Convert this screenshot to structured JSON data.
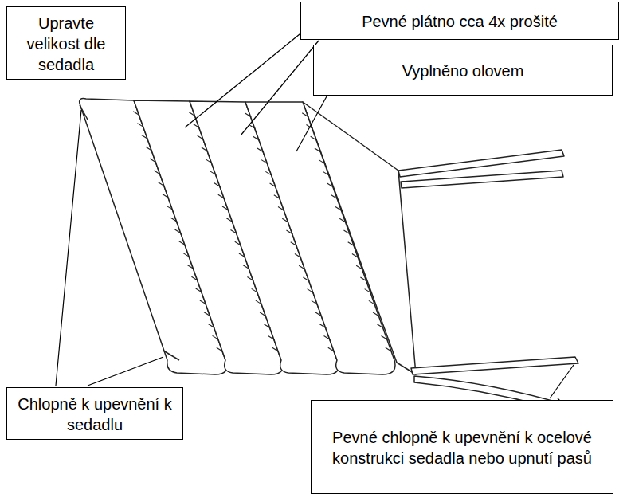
{
  "diagram": {
    "nodes": [
      {
        "text": [
          "Upravte velikost dle sedadla"
        ]
      },
      {
        "text": [
          "Pevné plátno cca 4x prošité"
        ]
      },
      {
        "text": [
          "Vyplněno olovem"
        ]
      },
      {
        "text": [
          "Chlopně k upevnění k sedadlu"
        ]
      },
      {
        "text": [
          "Pevné chlopně k upevnění k ocelové konstrukci sedadla nebo upnutí pasů"
        ]
      }
    ]
  }
}
